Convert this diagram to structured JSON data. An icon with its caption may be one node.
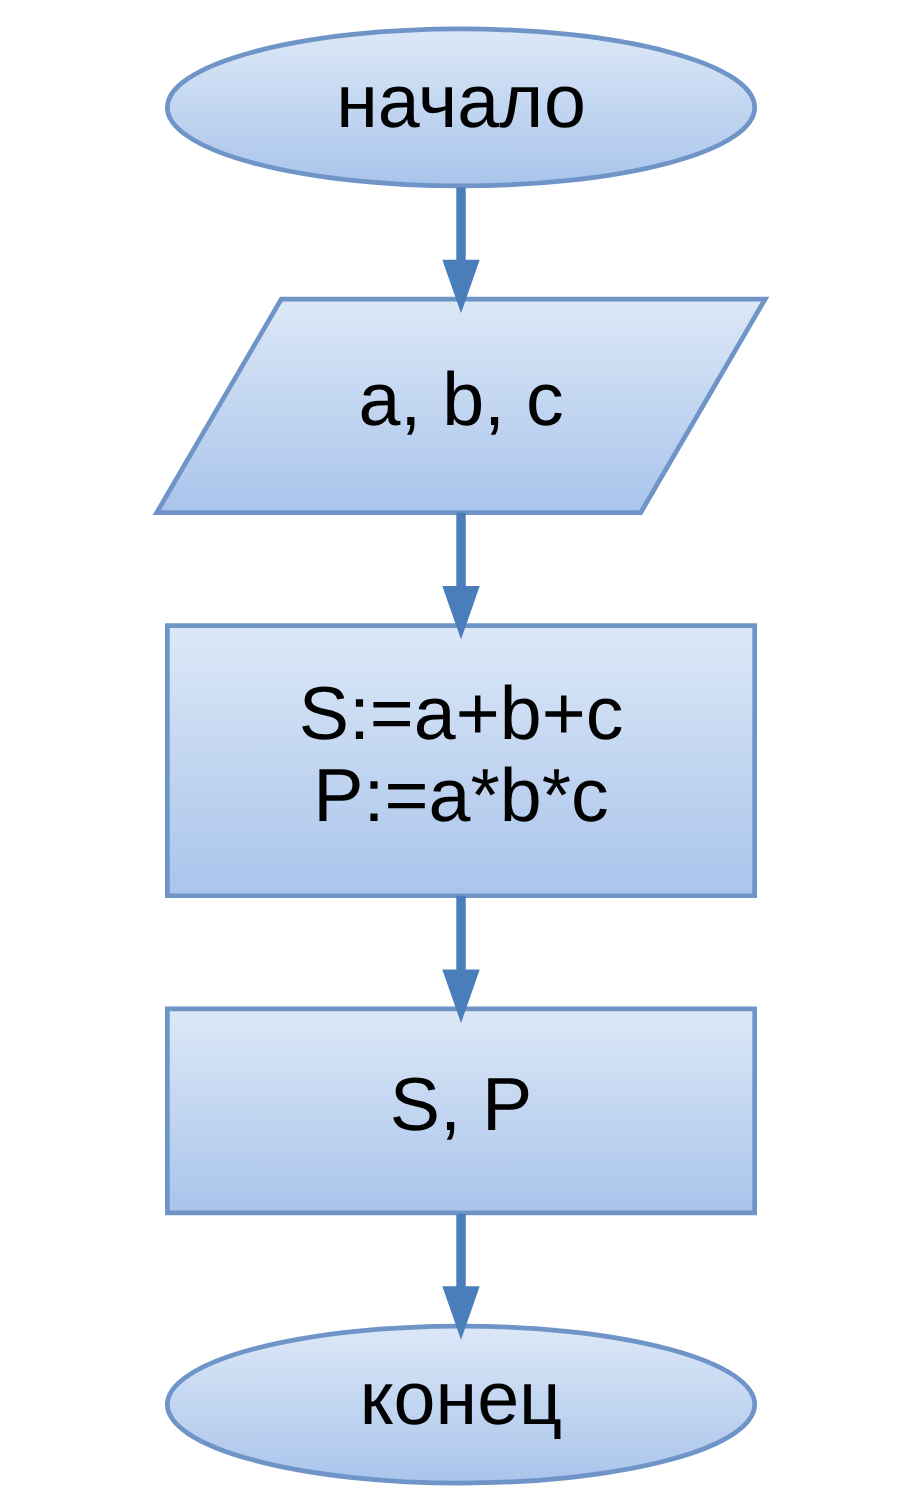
{
  "diagram": {
    "nodes": [
      {
        "text": [
          "начало"
        ]
      },
      {
        "text": [
          "a, b, c"
        ]
      },
      {
        "text": [
          "S:=a+b+c",
          "P:=a*b*c"
        ]
      },
      {
        "text": [
          "S, P"
        ]
      },
      {
        "text": [
          "конец"
        ]
      }
    ],
    "edges": [
      {
        "from": 0,
        "to": 1,
        "arrow": "to"
      },
      {
        "from": 1,
        "to": 2,
        "arrow": "to"
      },
      {
        "from": 2,
        "to": 3,
        "arrow": "to"
      },
      {
        "from": 3,
        "to": 4,
        "arrow": "to"
      }
    ]
  }
}
